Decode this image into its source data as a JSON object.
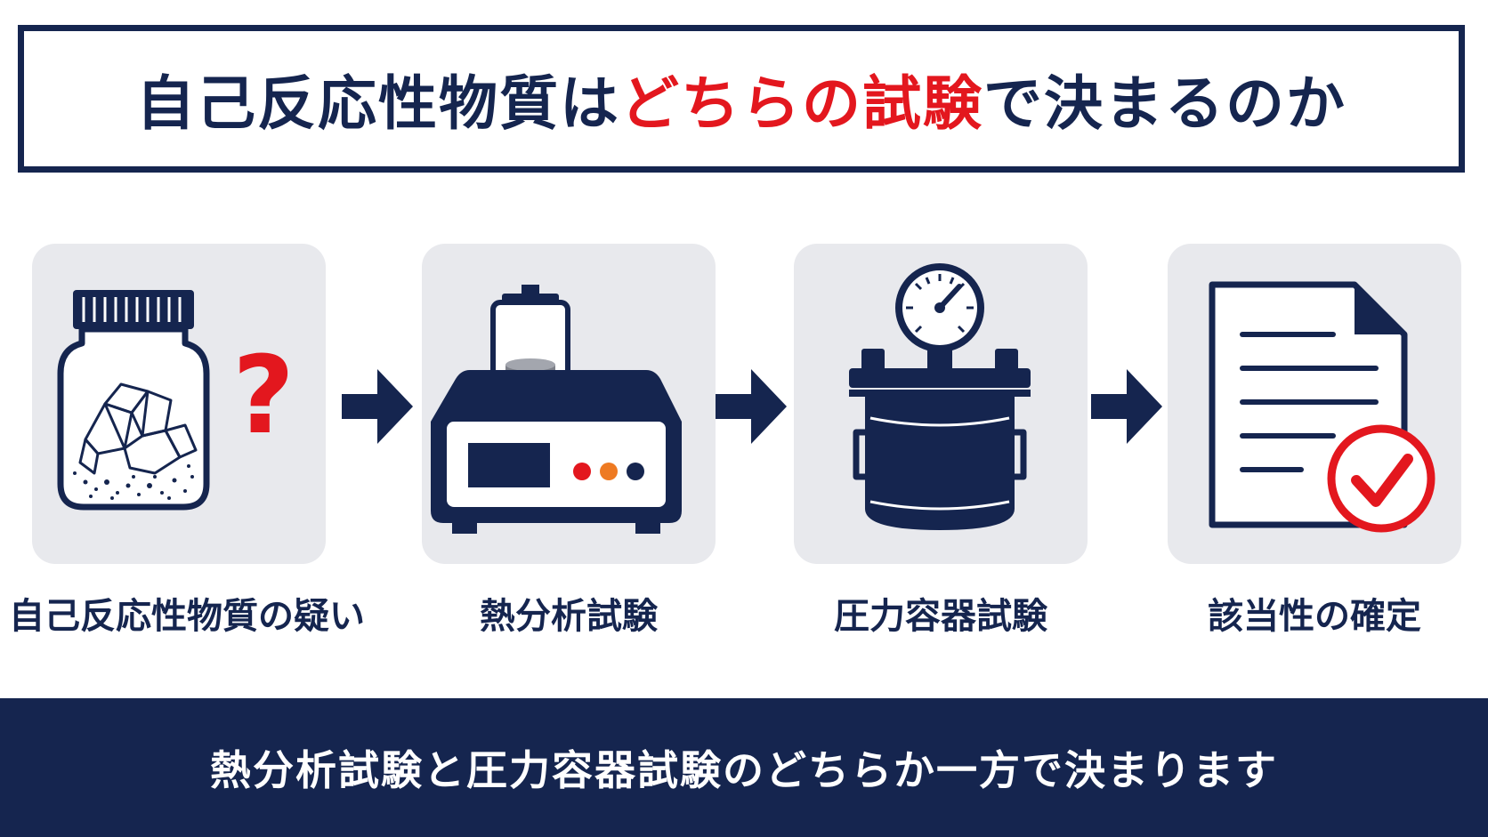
{
  "title": {
    "prefix": "自己反応性物質は",
    "highlight": "どちらの試験",
    "suffix": "で決まるのか"
  },
  "steps": [
    {
      "label": "自己反応性物質の疑い",
      "icon": "jar-with-crystals-question-icon"
    },
    {
      "label": "熱分析試験",
      "icon": "thermal-analyzer-icon"
    },
    {
      "label": "圧力容器試験",
      "icon": "pressure-vessel-icon"
    },
    {
      "label": "該当性の確定",
      "icon": "document-check-icon"
    }
  ],
  "question_mark": "?",
  "conclusion": "熱分析試験と圧力容器試験のどちらか一方で決まります",
  "colors": {
    "navy": "#15254f",
    "red": "#e3171e",
    "orange": "#ee7a22",
    "panel": "#e8e9ed"
  }
}
